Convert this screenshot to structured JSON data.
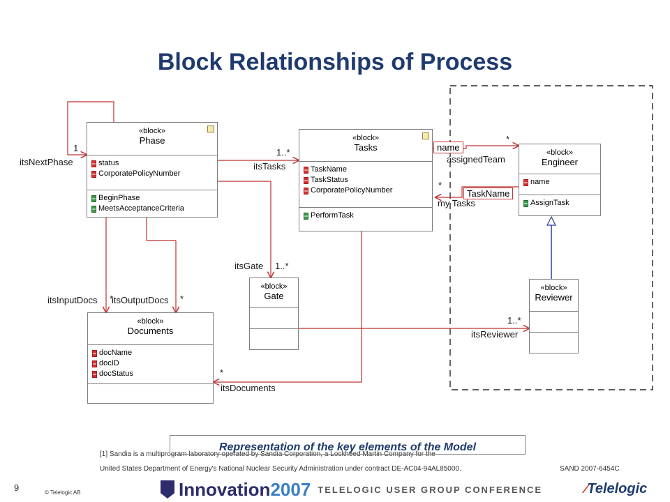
{
  "title": "Block Relationships of Process",
  "stereotype": "«block»",
  "blocks": {
    "phase": {
      "name": "Phase",
      "attributes": [
        "status",
        "CorporatePolicyNumber"
      ],
      "operations": [
        "BeginPhase",
        "MeetsAcceptanceCriteria"
      ]
    },
    "tasks": {
      "name": "Tasks",
      "attributes": [
        "TaskName",
        "TaskStatus",
        "CorporatePolicyNumber"
      ],
      "operations": [
        "PerformTask"
      ]
    },
    "engineer": {
      "name": "Engineer",
      "attributes": [
        "name"
      ],
      "operations": [
        "AssignTask"
      ]
    },
    "gate": {
      "name": "Gate"
    },
    "reviewer": {
      "name": "Reviewer"
    },
    "documents": {
      "name": "Documents",
      "attributes": [
        "docName",
        "docID",
        "docStatus"
      ]
    }
  },
  "labels": {
    "itsNextPhase": "itsNextPhase",
    "mult_next": "1",
    "mult_tasks": "1..*",
    "itsTasks": "itsTasks",
    "name_qualifier": "name",
    "assignedTeam": "assignedTeam",
    "mult_team": "*",
    "taskname_qualifier": "TaskName",
    "myTasks": "my Tasks",
    "mult_mytasks": "*",
    "itsGate": "itsGate",
    "mult_gate": "1..*",
    "itsInputDocs": "itsInputDocs",
    "mult_input": "*",
    "itsOutputDocs": "itsOutputDocs",
    "mult_output": "*",
    "mult_reviewer": "1..*",
    "itsReviewer": "itsReviewer",
    "mult_docs": "*",
    "itsDocuments": "itsDocuments"
  },
  "caption": "Representation of the key elements of the Model",
  "footnote_line1": "[1] Sandia is a multiprogram laboratory operated by Sandia Corporation, a Lockheed Martin Company for the",
  "footnote_line2": "United States Department of Energy's National Nuclear Security Administration under contract DE-AC04-94AL85000.",
  "sand_id": "SAND 2007-6454C",
  "page_number": "9",
  "copyright": "© Telelogic AB",
  "banner": {
    "word": "Innovation",
    "year": "2007",
    "conference": "TELELOGIC USER GROUP CONFERENCE",
    "brand": "Telelogic"
  },
  "colors": {
    "title": "#1f3a6e",
    "association": "#c03030",
    "generalization": "#2c3f9a"
  }
}
